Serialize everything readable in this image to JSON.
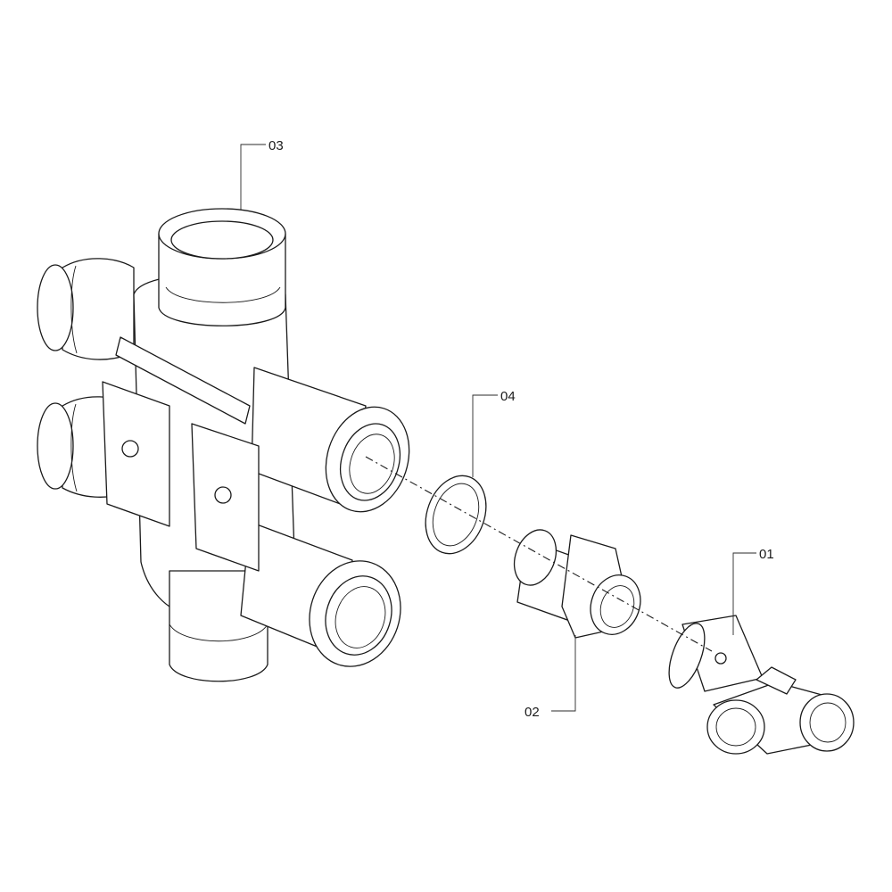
{
  "callouts": {
    "part_01": "01",
    "part_02": "02",
    "part_03": "03",
    "part_04": "04"
  },
  "colors": {
    "line": "#1a1a1a",
    "background": "#ffffff"
  }
}
